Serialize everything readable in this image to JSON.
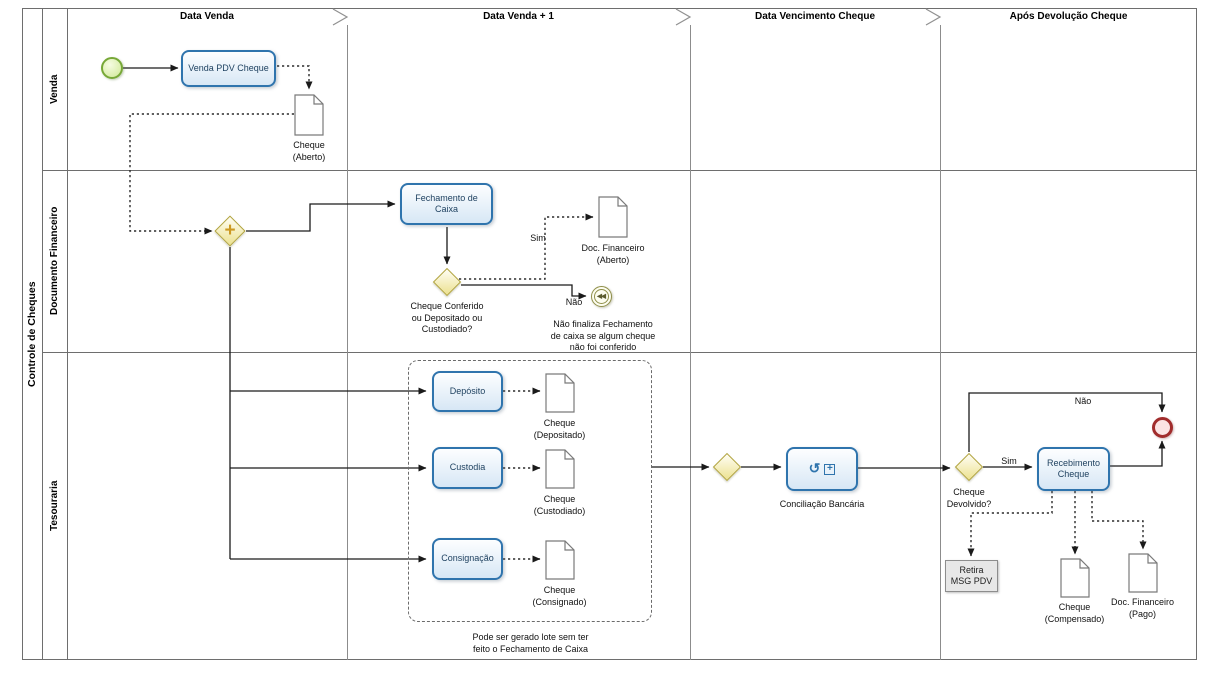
{
  "pool": {
    "name": "Controle de Cheques"
  },
  "lanes": [
    {
      "name": "Venda"
    },
    {
      "name": "Documento  Financeiro"
    },
    {
      "name": "Tesouraria"
    }
  ],
  "phases": [
    {
      "name": "Data Venda"
    },
    {
      "name": "Data Venda + 1"
    },
    {
      "name": "Data Vencimento Cheque"
    },
    {
      "name": "Após Devolução Cheque"
    }
  ],
  "nodes": {
    "venda_pdv": {
      "label": "Venda PDV Cheque"
    },
    "cheque_aberto": {
      "label": "Cheque\n(Aberto)"
    },
    "fechamento_caixa": {
      "label": "Fechamento de\nCaixa"
    },
    "gateway_conferido": {
      "label": "Cheque Conferido\nou Depositado ou\nCustodiado?"
    },
    "doc_financeiro_aberto": {
      "label": "Doc. Financeiro\n(Aberto)"
    },
    "evento_compensacao": {
      "label": "Não finaliza Fechamento\nde caixa se algum cheque\nnão foi conferido"
    },
    "deposito": {
      "label": "Depósito"
    },
    "custodia": {
      "label": "Custodia"
    },
    "consignacao": {
      "label": "Consignação"
    },
    "cheque_depositado": {
      "label": "Cheque\n(Depositado)"
    },
    "cheque_custodiado": {
      "label": "Cheque\n(Custodiado)"
    },
    "cheque_consignado": {
      "label": "Cheque\n(Consignado)"
    },
    "grupo_lote": {
      "label": "Pode ser gerado lote sem ter\nfeito o Fechamento de Caixa"
    },
    "conciliacao_bancaria": {
      "label": "Conciliação Bancária"
    },
    "gateway_devolvido": {
      "label": "Cheque\nDevolvido?"
    },
    "recebimento_cheque": {
      "label": "Recebimento\nCheque"
    },
    "retira_msg_pdv": {
      "label": "Retira\nMSG PDV"
    },
    "cheque_compensado": {
      "label": "Cheque\n(Compensado)"
    },
    "doc_financeiro_pago": {
      "label": "Doc. Financeiro\n(Pago)"
    }
  },
  "flow_labels": {
    "sim_conferido": "Sim",
    "nao_conferido": "Não",
    "sim_devolvido": "Sim",
    "nao_devolvido": "Não"
  },
  "icons": {
    "parallel_plus": "+",
    "loop_arrow": "↺",
    "subprocess_plus": "+",
    "compensation_rewind": "◀◀"
  },
  "colors": {
    "task_border": "#2f74ad",
    "task_fill_bottom": "#d7e7f5",
    "gateway_border": "#b0a23a",
    "gateway_fill": "#ece190",
    "start_event_border": "#77a837",
    "end_event_border": "#a12c2c",
    "doc_border": "#7a7a7a",
    "flow_line": "#1a1a1a"
  }
}
